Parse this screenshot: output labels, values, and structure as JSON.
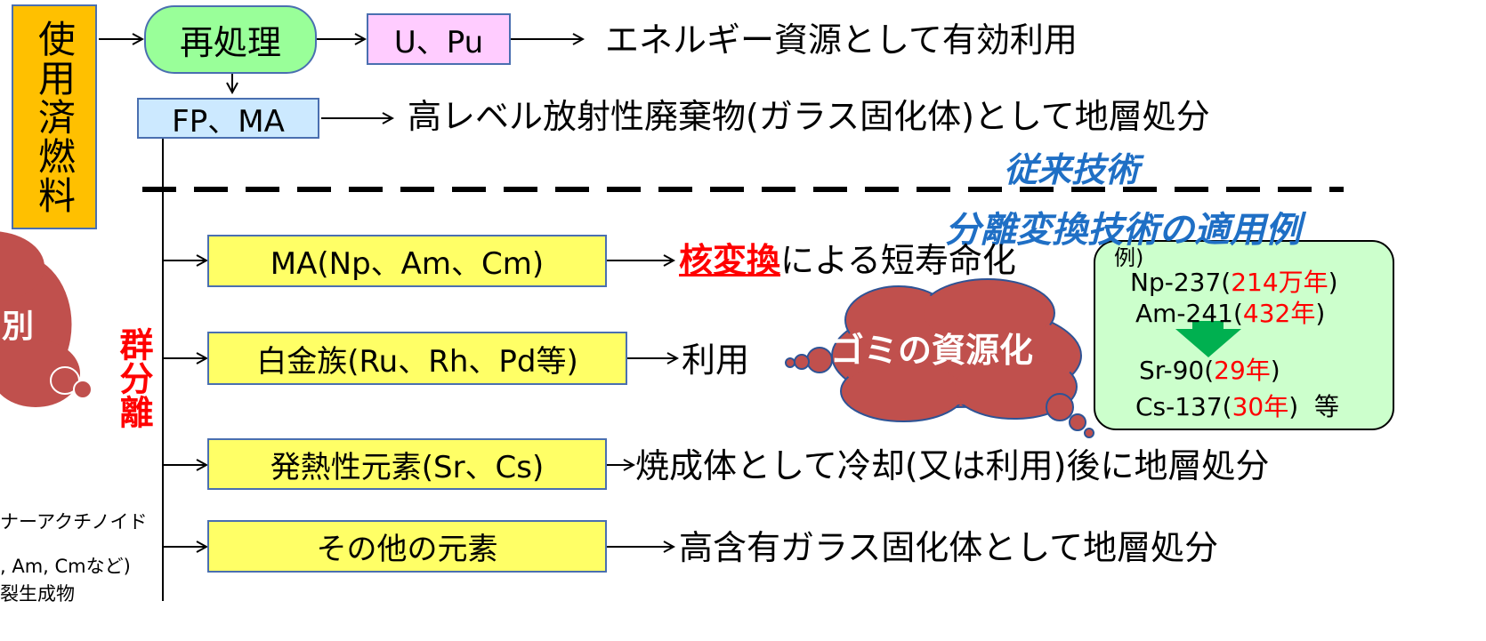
{
  "spent_fuel": "使用済燃料",
  "reprocessing": "再処理",
  "u_pu": "U、Pu",
  "u_pu_result": "エネルギー資源として有効利用",
  "fp_ma": "FP、MA",
  "fp_ma_result": "高レベル放射性廃棄物(ガラス固化体)として地層処分",
  "conventional_label": "従来技術",
  "pt_label": "分離変換技術の適用例",
  "group_sep_label": "群分離",
  "partial_cloud_text": "別",
  "rows": [
    {
      "box": "MA(Np、Am、Cm)",
      "result_emph": "核変換",
      "result": "による短寿命化"
    },
    {
      "box": "白金族(Ru、Rh、Pd等)",
      "result": "利用"
    },
    {
      "box": "発熱性元素(Sr、Cs)",
      "result": "焼成体として冷却(又は利用)後に地層処分"
    },
    {
      "box": "その他の元素",
      "result": "高含有ガラス固化体として地層処分"
    }
  ],
  "cloud_text": "ゴミの資源化",
  "example": {
    "header": "例)",
    "before": [
      {
        "nuclide": "Np-237(",
        "halflife": "214万年",
        "close": ")"
      },
      {
        "nuclide": "Am-241(",
        "halflife": "432年",
        "close": ")"
      }
    ],
    "after": [
      {
        "nuclide": "Sr-90(",
        "halflife": "29年",
        "close": ")",
        "tail": ""
      },
      {
        "nuclide": "Cs-137(",
        "halflife": "30年",
        "close": ")",
        "tail": "等"
      }
    ]
  },
  "footnotes": [
    "ナーアクチノイド",
    ", Am, Cmなど)",
    "裂生成物"
  ],
  "colors": {
    "spent_fuel_bg": "#ffc000",
    "reprocess_bg": "#99ff99",
    "upu_bg": "#ffccff",
    "fpma_bg": "#cce9ff",
    "row_bg": "#ffff66",
    "cloud": "#c0504d",
    "example_bg": "#ccffcc",
    "accent_red": "#ff0000",
    "accent_blue": "#1f6fc5"
  }
}
